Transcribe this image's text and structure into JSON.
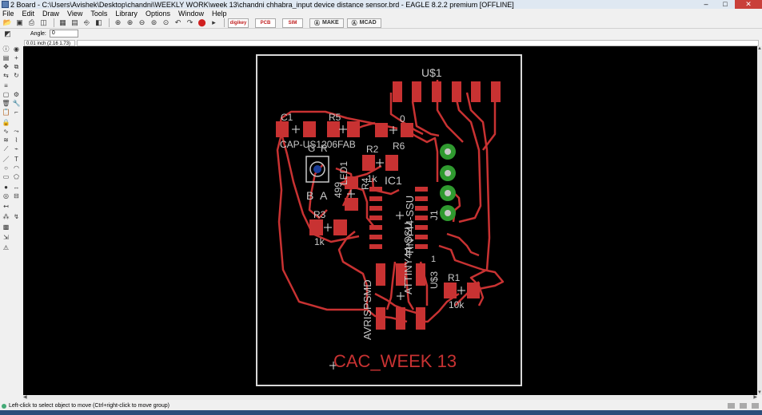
{
  "window": {
    "title": "2 Board - C:\\Users\\Avishek\\Desktop\\chandni\\WEEKLY WORK\\week 13\\chandni chhabra_input device distance sensor.brd - EAGLE 8.2.2 premium [OFFLINE]",
    "minimize": "–",
    "maximize": "□",
    "close": "✕"
  },
  "menu": [
    {
      "label": "File"
    },
    {
      "label": "Edit"
    },
    {
      "label": "Draw"
    },
    {
      "label": "View"
    },
    {
      "label": "Tools"
    },
    {
      "label": "Library"
    },
    {
      "label": "Options"
    },
    {
      "label": "Window"
    },
    {
      "label": "Help"
    }
  ],
  "toolbar": {
    "make_label": "MAKE",
    "mcad_label": "MCAD",
    "wide1": "digikey",
    "wide2": "PCB",
    "wide3": "SIM"
  },
  "params": {
    "angle_label": "Angle:",
    "angle_value": "0"
  },
  "coord_readout": "0.01 inch (2.16 1.73)",
  "board": {
    "labels": {
      "u1": "U$1",
      "c1": "C1",
      "r5": "R5",
      "zero": "0",
      "cap": "CAP-US1206FAB",
      "r6": "R6",
      "r2": "R2",
      "onek_r2": "1k",
      "g": "G",
      "r": "R",
      "led": "LED1",
      "b": "B",
      "a": "A",
      "n499": "499",
      "r4": "R4",
      "ic1": "IC1",
      "tiny": "TINY44-SSU",
      "j1": "J1",
      "r3": "R3",
      "onek_r3": "1k",
      "attiny": "ATTINY44-SSU",
      "one": "1",
      "u3": "U$3",
      "r1": "R1",
      "tenk": "10k",
      "avr": "AVRISPSMD",
      "title": "CAC_WEEK 13"
    }
  },
  "status": {
    "message": "Left-click to select object to move (Ctrl+right-click to move group)"
  }
}
